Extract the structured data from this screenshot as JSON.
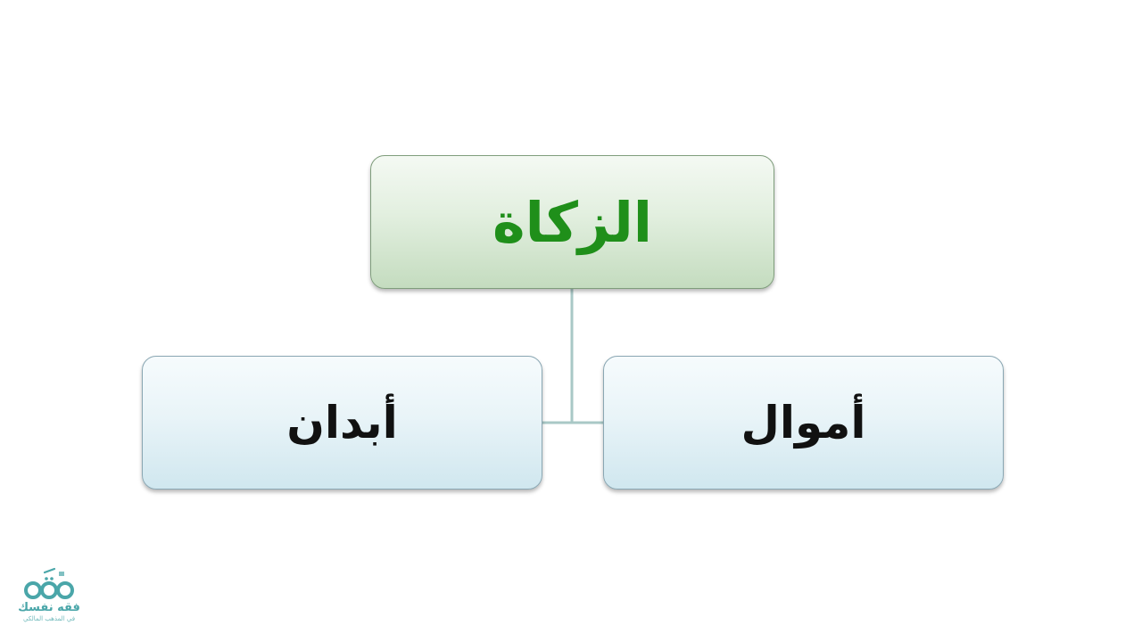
{
  "diagram": {
    "root": {
      "label": "الزكاة"
    },
    "children": [
      {
        "label": "أموال"
      },
      {
        "label": "أبدان"
      }
    ]
  },
  "colors": {
    "root_text": "#1f8f1a",
    "child_text": "#111111",
    "connector": "#a9c8c6",
    "logo": "#4aa6a9"
  },
  "logo": {
    "icon": "three-circles-logo-icon",
    "name": "فقه نفسك",
    "subtitle": "في المذهب المالكي"
  }
}
